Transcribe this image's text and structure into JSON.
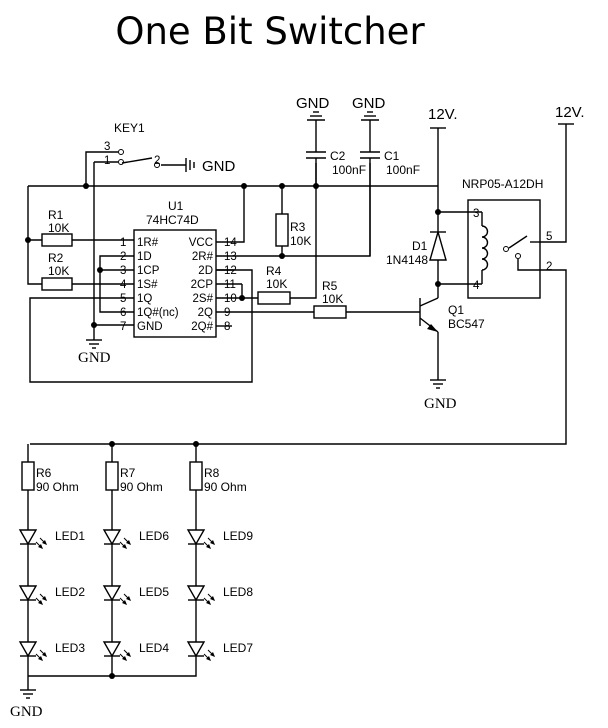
{
  "title": "One Bit Switcher",
  "key1": {
    "label": "KEY1",
    "pins": [
      "3",
      "1",
      "2"
    ],
    "gnd": "GND"
  },
  "r1": {
    "name": "R1",
    "value": "10K"
  },
  "r2": {
    "name": "R2",
    "value": "10K"
  },
  "r3": {
    "name": "R3",
    "value": "10K"
  },
  "r4": {
    "name": "R4",
    "value": "10K"
  },
  "r5": {
    "name": "R5",
    "value": "10K"
  },
  "c1": {
    "name": "C1",
    "value": "100nF"
  },
  "c2": {
    "name": "C2",
    "value": "100nF"
  },
  "u1": {
    "name": "U1",
    "part": "74HC74D",
    "left_pins": [
      {
        "num": "1",
        "name": "1R#"
      },
      {
        "num": "2",
        "name": "1D"
      },
      {
        "num": "3",
        "name": "1CP"
      },
      {
        "num": "4",
        "name": "1S#"
      },
      {
        "num": "5",
        "name": "1Q"
      },
      {
        "num": "6",
        "name": "1Q#(nc)"
      },
      {
        "num": "7",
        "name": "GND"
      }
    ],
    "right_pins": [
      {
        "num": "14",
        "name": "VCC"
      },
      {
        "num": "13",
        "name": "2R#"
      },
      {
        "num": "12",
        "name": "2D"
      },
      {
        "num": "11",
        "name": "2CP"
      },
      {
        "num": "10",
        "name": "2S#"
      },
      {
        "num": "9",
        "name": "2Q"
      },
      {
        "num": "8",
        "name": "2Q#"
      }
    ]
  },
  "grounds": {
    "u1": "GND",
    "c2": "GND",
    "c1": "GND",
    "q1": "GND",
    "leds": "GND"
  },
  "supply": {
    "left": "12V.",
    "right": "12V."
  },
  "d1": {
    "name": "D1",
    "part": "1N4148"
  },
  "relay": {
    "part": "NRP05-A12DH",
    "pins": [
      "3",
      "4",
      "5",
      "2"
    ]
  },
  "q1": {
    "name": "Q1",
    "part": "BC547"
  },
  "leds": {
    "resistors": [
      {
        "name": "R6",
        "value": "90 Ohm"
      },
      {
        "name": "R7",
        "value": "90 Ohm"
      },
      {
        "name": "R8",
        "value": "90 Ohm"
      }
    ],
    "columns": [
      [
        "LED1",
        "LED2",
        "LED3"
      ],
      [
        "LED6",
        "LED5",
        "LED4"
      ],
      [
        "LED9",
        "LED8",
        "LED7"
      ]
    ]
  }
}
